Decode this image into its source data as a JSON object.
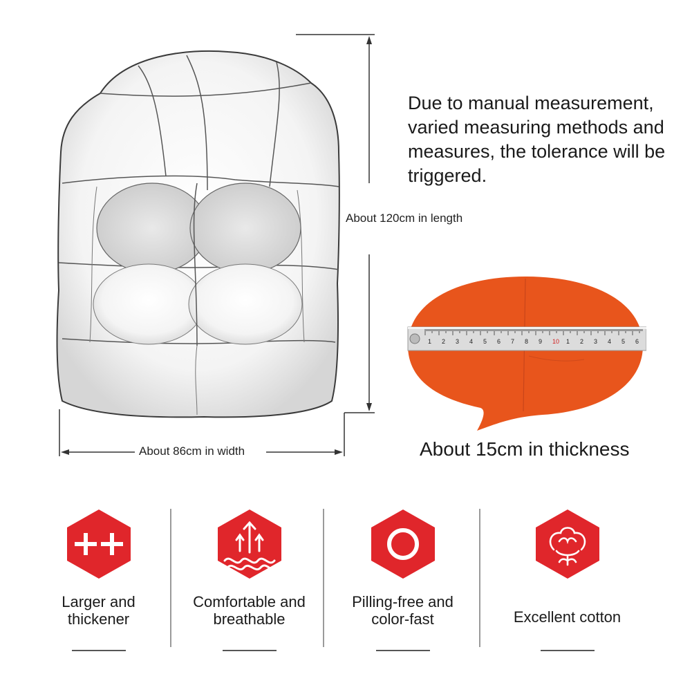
{
  "dimensions": {
    "length": "About 120cm in length",
    "width": "About 86cm in width",
    "thickness": "About 15cm in thickness"
  },
  "tolerance_note": "Due to manual measurement, varied measuring methods and measures, the tolerance will be triggered.",
  "tape_numbers": [
    "1",
    "2",
    "3",
    "4",
    "5",
    "6",
    "7",
    "8",
    "9",
    "10",
    "1",
    "2",
    "3",
    "4",
    "5",
    "6"
  ],
  "features": [
    {
      "label_line1": "Larger and",
      "label_line2": "thickener",
      "icon": "plus-plus-icon"
    },
    {
      "label_line1": "Comfortable and",
      "label_line2": "breathable",
      "icon": "breathable-arrows-icon"
    },
    {
      "label_line1": "Pilling-free and",
      "label_line2": "color-fast",
      "icon": "ring-icon"
    },
    {
      "label_line1": "Excellent cotton",
      "label_line2": "",
      "icon": "cotton-flower-icon"
    }
  ],
  "colors": {
    "accent_red": "#e0262b",
    "fabric_orange": "#e8551c",
    "tape_silver": "#d8d8d8",
    "line_gray": "#333333"
  }
}
